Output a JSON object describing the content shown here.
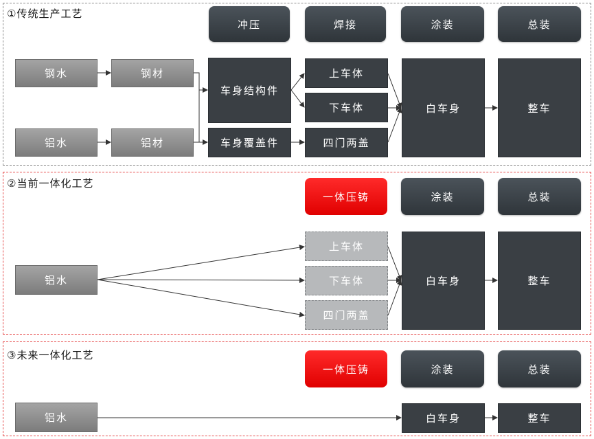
{
  "colors": {
    "panel1_border": "#8a8a8a",
    "panel_border_red": "#e64a4a",
    "dark_box": "#3a3f44",
    "grey_box": "#8c8c8c",
    "highlight": "#ff0000",
    "arrow": "#333333"
  },
  "panel1": {
    "title": "①传统生产工艺",
    "headers": [
      "冲压",
      "焊接",
      "涂装",
      "总装"
    ],
    "steel_molten": "钢水",
    "steel": "钢材",
    "al_molten": "铝水",
    "al": "铝材",
    "body_structure": "车身结构件",
    "body_cover": "车身覆盖件",
    "upper_body": "上车体",
    "lower_body": "下车体",
    "doors_lids": "四门两盖",
    "body_in_white": "白车身",
    "vehicle": "整车"
  },
  "panel2": {
    "title": "②当前一体化工艺",
    "header_highlight": "一体压铸",
    "headers": [
      "涂装",
      "总装"
    ],
    "al_molten": "铝水",
    "upper_body": "上车体",
    "lower_body": "下车体",
    "doors_lids": "四门两盖",
    "body_in_white": "白车身",
    "vehicle": "整车"
  },
  "panel3": {
    "title": "③未来一体化工艺",
    "header_highlight": "一体压铸",
    "headers": [
      "涂装",
      "总装"
    ],
    "al_molten": "铝水",
    "body_in_white": "白车身",
    "vehicle": "整车"
  }
}
